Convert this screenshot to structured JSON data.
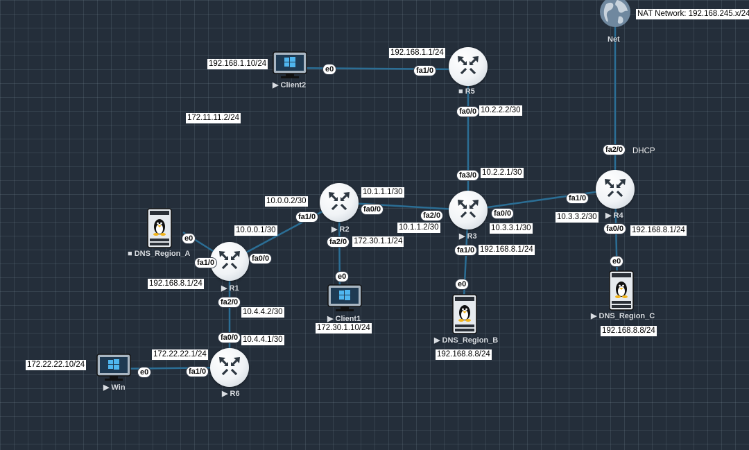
{
  "nodes": {
    "net": "Net",
    "client2": "▶ Client2",
    "r5": "■ R5",
    "r2": "▶ R2",
    "r3": "▶ R3",
    "r4": "▶ R4",
    "r1": "▶ R1",
    "r6": "▶ R6",
    "client1": "▶ Client1",
    "win": "▶ Win",
    "dns_a": "■ DNS_Region_A",
    "dns_b": "▶ DNS_Region_B",
    "dns_c": "▶ DNS_Region_C"
  },
  "interfaces": {
    "client2_e0": "e0",
    "r5_fa10": "fa1/0",
    "r5_fa00": "fa0/0",
    "r3_fa30": "fa3/0",
    "r3_fa20": "fa2/0",
    "r3_fa00": "fa0/0",
    "r3_fa10": "fa1/0",
    "r2_fa00": "fa0/0",
    "r2_fa10": "fa1/0",
    "r2_fa20": "fa2/0",
    "r4_fa20": "fa2/0",
    "r4_fa10": "fa1/0",
    "r4_fa00": "fa0/0",
    "r1_fa00": "fa0/0",
    "r1_fa10": "fa1/0",
    "r1_fa20": "fa2/0",
    "r6_fa00": "fa0/0",
    "r6_fa10": "fa1/0",
    "dnsa_e0": "e0",
    "dnsb_e0": "e0",
    "dnsc_e0": "e0",
    "client1_e0": "e0",
    "win_e0": "e0"
  },
  "ip_labels": {
    "nat": "NAT Network: 192.168.245.x/24",
    "client2_ip": "192.168.1.10/24",
    "r5_ip": "192.168.1.1/24",
    "r5_fa00_ip": "10.2.2.2/30",
    "stray": "172.11.11.2/24",
    "r3_fa30_ip": "10.2.2.1/30",
    "dhcp": "DHCP",
    "r2_fa00_ip": "10.1.1.1/30",
    "r2_fa10_ip": "10.0.0.2/30",
    "r1_fa00_ip": "10.0.0.1/30",
    "r3_fa20_ip": "10.1.1.2/30",
    "r3_fa00_ip": "10.3.3.1/30",
    "r4_fa10_ip": "10.3.3.2/30",
    "r4_fa00_ip": "192.168.8.1/24",
    "r2_fa20_ip": "172.30.1.1/24",
    "r3_fa10_ip": "192.168.8.1/24",
    "r1_lan_ip": "192.168.8.1/24",
    "r1_fa20_ip": "10.4.4.2/30",
    "r6_fa00_ip": "10.4.4.1/30",
    "client1_ip": "172.30.1.10/24",
    "dnsc_ip": "192.168.8.8/24",
    "dnsb_ip": "192.168.8.8/24",
    "r6_fa10_ip": "172.22.22.1/24",
    "win_ip": "172.22.22.10/24"
  },
  "colors": {
    "background": "#242e3a",
    "link": "#2b6e95"
  }
}
